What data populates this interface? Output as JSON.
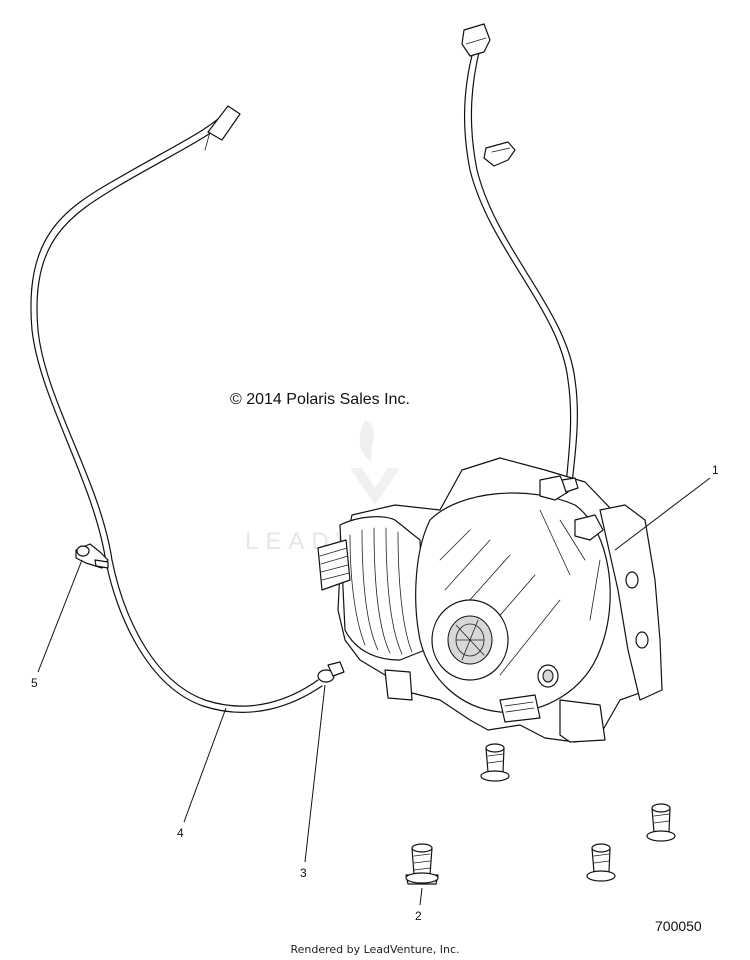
{
  "diagram": {
    "copyright": "© 2014 Polaris Sales Inc.",
    "diagram_id": "700050",
    "footer": "Rendered by LeadVenture, Inc.",
    "watermark": "LEADVENTURE"
  },
  "callouts": [
    {
      "id": "callout-1",
      "label": "1"
    },
    {
      "id": "callout-2",
      "label": "2"
    },
    {
      "id": "callout-3",
      "label": "3"
    },
    {
      "id": "callout-4",
      "label": "4"
    },
    {
      "id": "callout-5",
      "label": "5"
    }
  ],
  "colors": {
    "line": "#111111",
    "background": "#ffffff",
    "watermark": "#e6e6e6"
  }
}
